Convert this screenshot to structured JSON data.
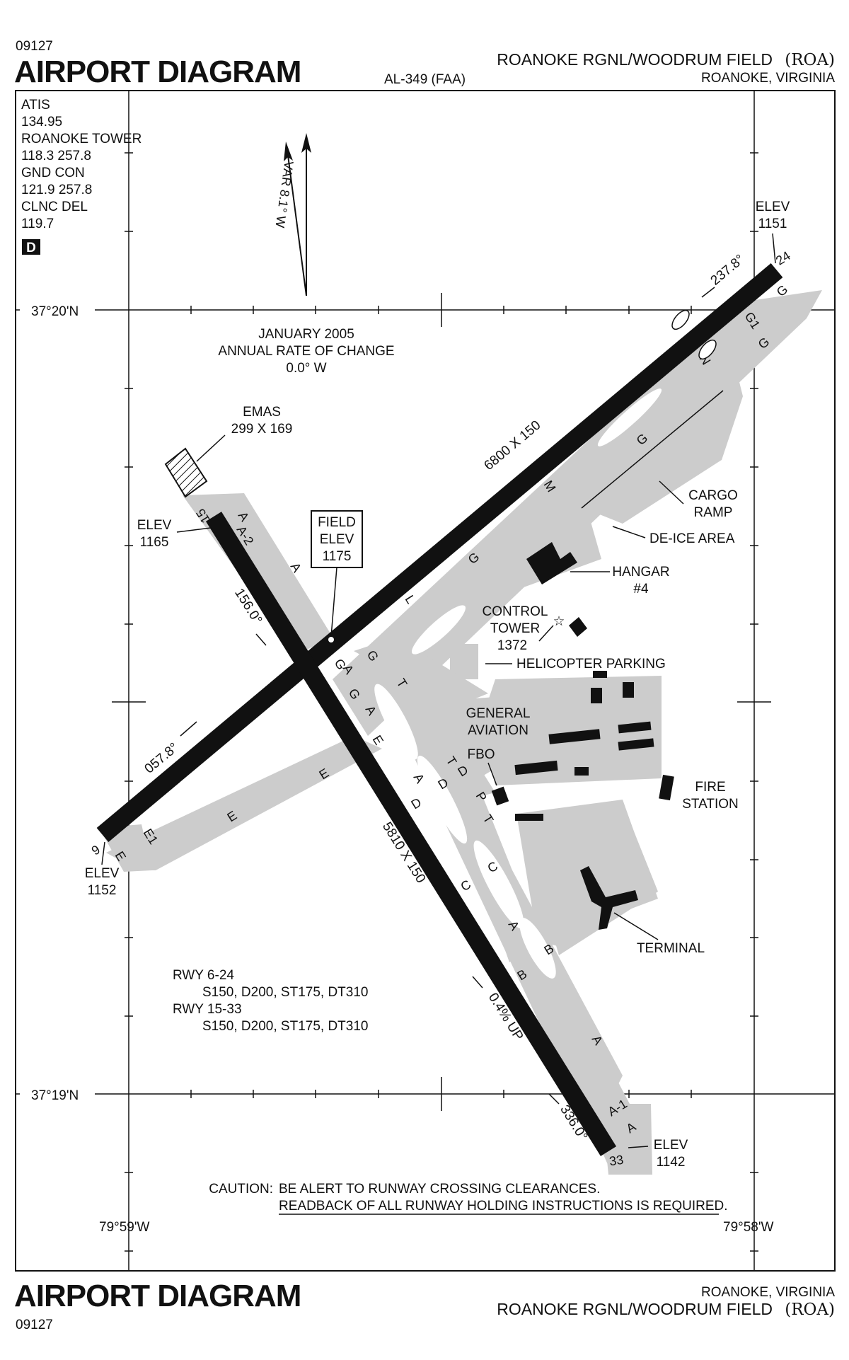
{
  "header": {
    "chart_number": "09127",
    "title": "AIRPORT DIAGRAM",
    "procedure_id": "AL-349 (FAA)",
    "airport_name": "ROANOKE RGNL/WOODRUM FIELD",
    "airport_id": "(ROA)",
    "location": "ROANOKE, VIRGINIA"
  },
  "footer": {
    "title": "AIRPORT DIAGRAM",
    "chart_number": "09127",
    "location": "ROANOKE, VIRGINIA",
    "airport_name": "ROANOKE RGNL/WOODRUM FIELD",
    "airport_id": "(ROA)"
  },
  "frequencies": [
    "ATIS",
    "134.95",
    "ROANOKE TOWER",
    "118.3  257.8",
    "GND CON",
    "121.9  257.8",
    "CLNC DEL",
    "119.7"
  ],
  "dvor_badge": "D",
  "variation": {
    "label": "VAR 8.1° W",
    "date": "JANUARY 2005",
    "rate_title": "ANNUAL RATE OF CHANGE",
    "rate_value": "0.0° W"
  },
  "coordinates": {
    "lat_top": "37°20'N",
    "lat_bottom": "37°19'N",
    "lon_left": "79°59'W",
    "lon_right": "79°58'W"
  },
  "runways": {
    "rwy_6_24": {
      "dimensions": "6800 X 150",
      "end_6": "6",
      "end_24": "24",
      "heading_6": "057.8°",
      "heading_24": "237.8°"
    },
    "rwy_15_33": {
      "dimensions": "5810 X 150",
      "end_15": "15",
      "end_33": "33",
      "heading_15": "156.0°",
      "heading_33": "336.0°",
      "gradient": "0.4% UP"
    }
  },
  "elevations": {
    "elev_label": "ELEV",
    "rwy24": "1151",
    "rwy15": "1165",
    "rwy6": "1152",
    "rwy33": "1142",
    "field_title_1": "FIELD",
    "field_title_2": "ELEV",
    "field": "1175"
  },
  "emas": {
    "label": "EMAS",
    "size": "299 X 169"
  },
  "facilities": {
    "cargo_ramp_1": "CARGO",
    "cargo_ramp_2": "RAMP",
    "deice": "DE-ICE AREA",
    "hangar_1": "HANGAR",
    "hangar_2": "#4",
    "tower_1": "CONTROL",
    "tower_2": "TOWER",
    "tower_elev": "1372",
    "helicopter": "HELICOPTER PARKING",
    "ga_1": "GENERAL",
    "ga_2": "AVIATION",
    "fbo": "FBO",
    "fire_1": "FIRE",
    "fire_2": "STATION",
    "terminal": "TERMINAL"
  },
  "taxiways": {
    "a": "A",
    "a1": "A-1",
    "a2": "A-2",
    "b": "B",
    "c": "C",
    "d": "D",
    "e": "E",
    "e1": "E1",
    "g": "G",
    "g1": "G1",
    "l": "L",
    "m": "M",
    "n": "N",
    "p": "P",
    "t": "T"
  },
  "strength": {
    "rwy1": "RWY 6-24",
    "rwy1_values": "S150, D200, ST175, DT310",
    "rwy2": "RWY 15-33",
    "rwy2_values": "S150, D200, ST175, DT310"
  },
  "caution": {
    "label": "CAUTION:",
    "line1": "BE ALERT TO RUNWAY CROSSING CLEARANCES.",
    "line2": "READBACK OF ALL RUNWAY HOLDING INSTRUCTIONS IS REQUIRED."
  },
  "colors": {
    "pavement": "#cccccc",
    "runway": "#111111",
    "frame": "#111111"
  }
}
